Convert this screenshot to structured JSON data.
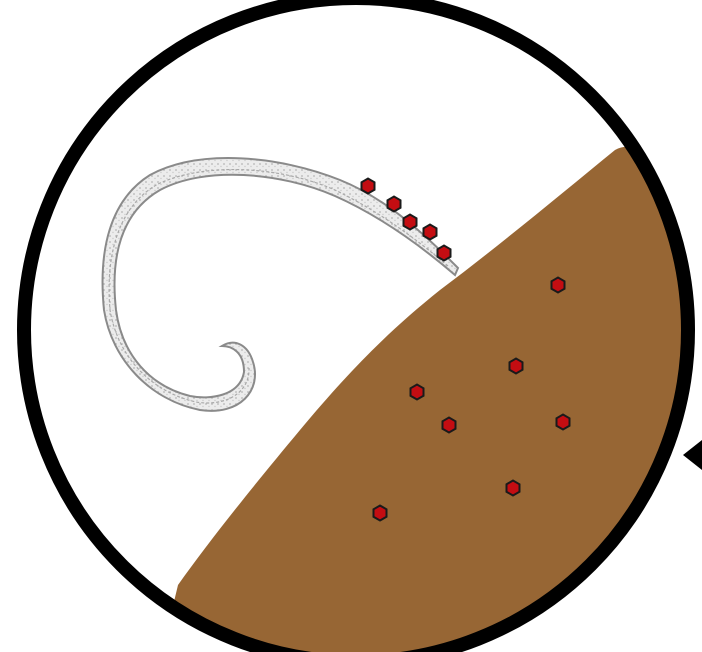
{
  "diagram": {
    "subject": "nematode-worm",
    "colors": {
      "outline": "#000000",
      "background": "#ffffff",
      "soil": "#976634",
      "worm_body": "#e9e9e9",
      "worm_outline": "#8a8a8a",
      "particle_fill": "#c40d12",
      "particle_stroke": "#1a1a1a"
    },
    "pointer_icon": "triangle-pointer-icon",
    "attached_particle_count": 5,
    "soil_particle_count": 7
  }
}
